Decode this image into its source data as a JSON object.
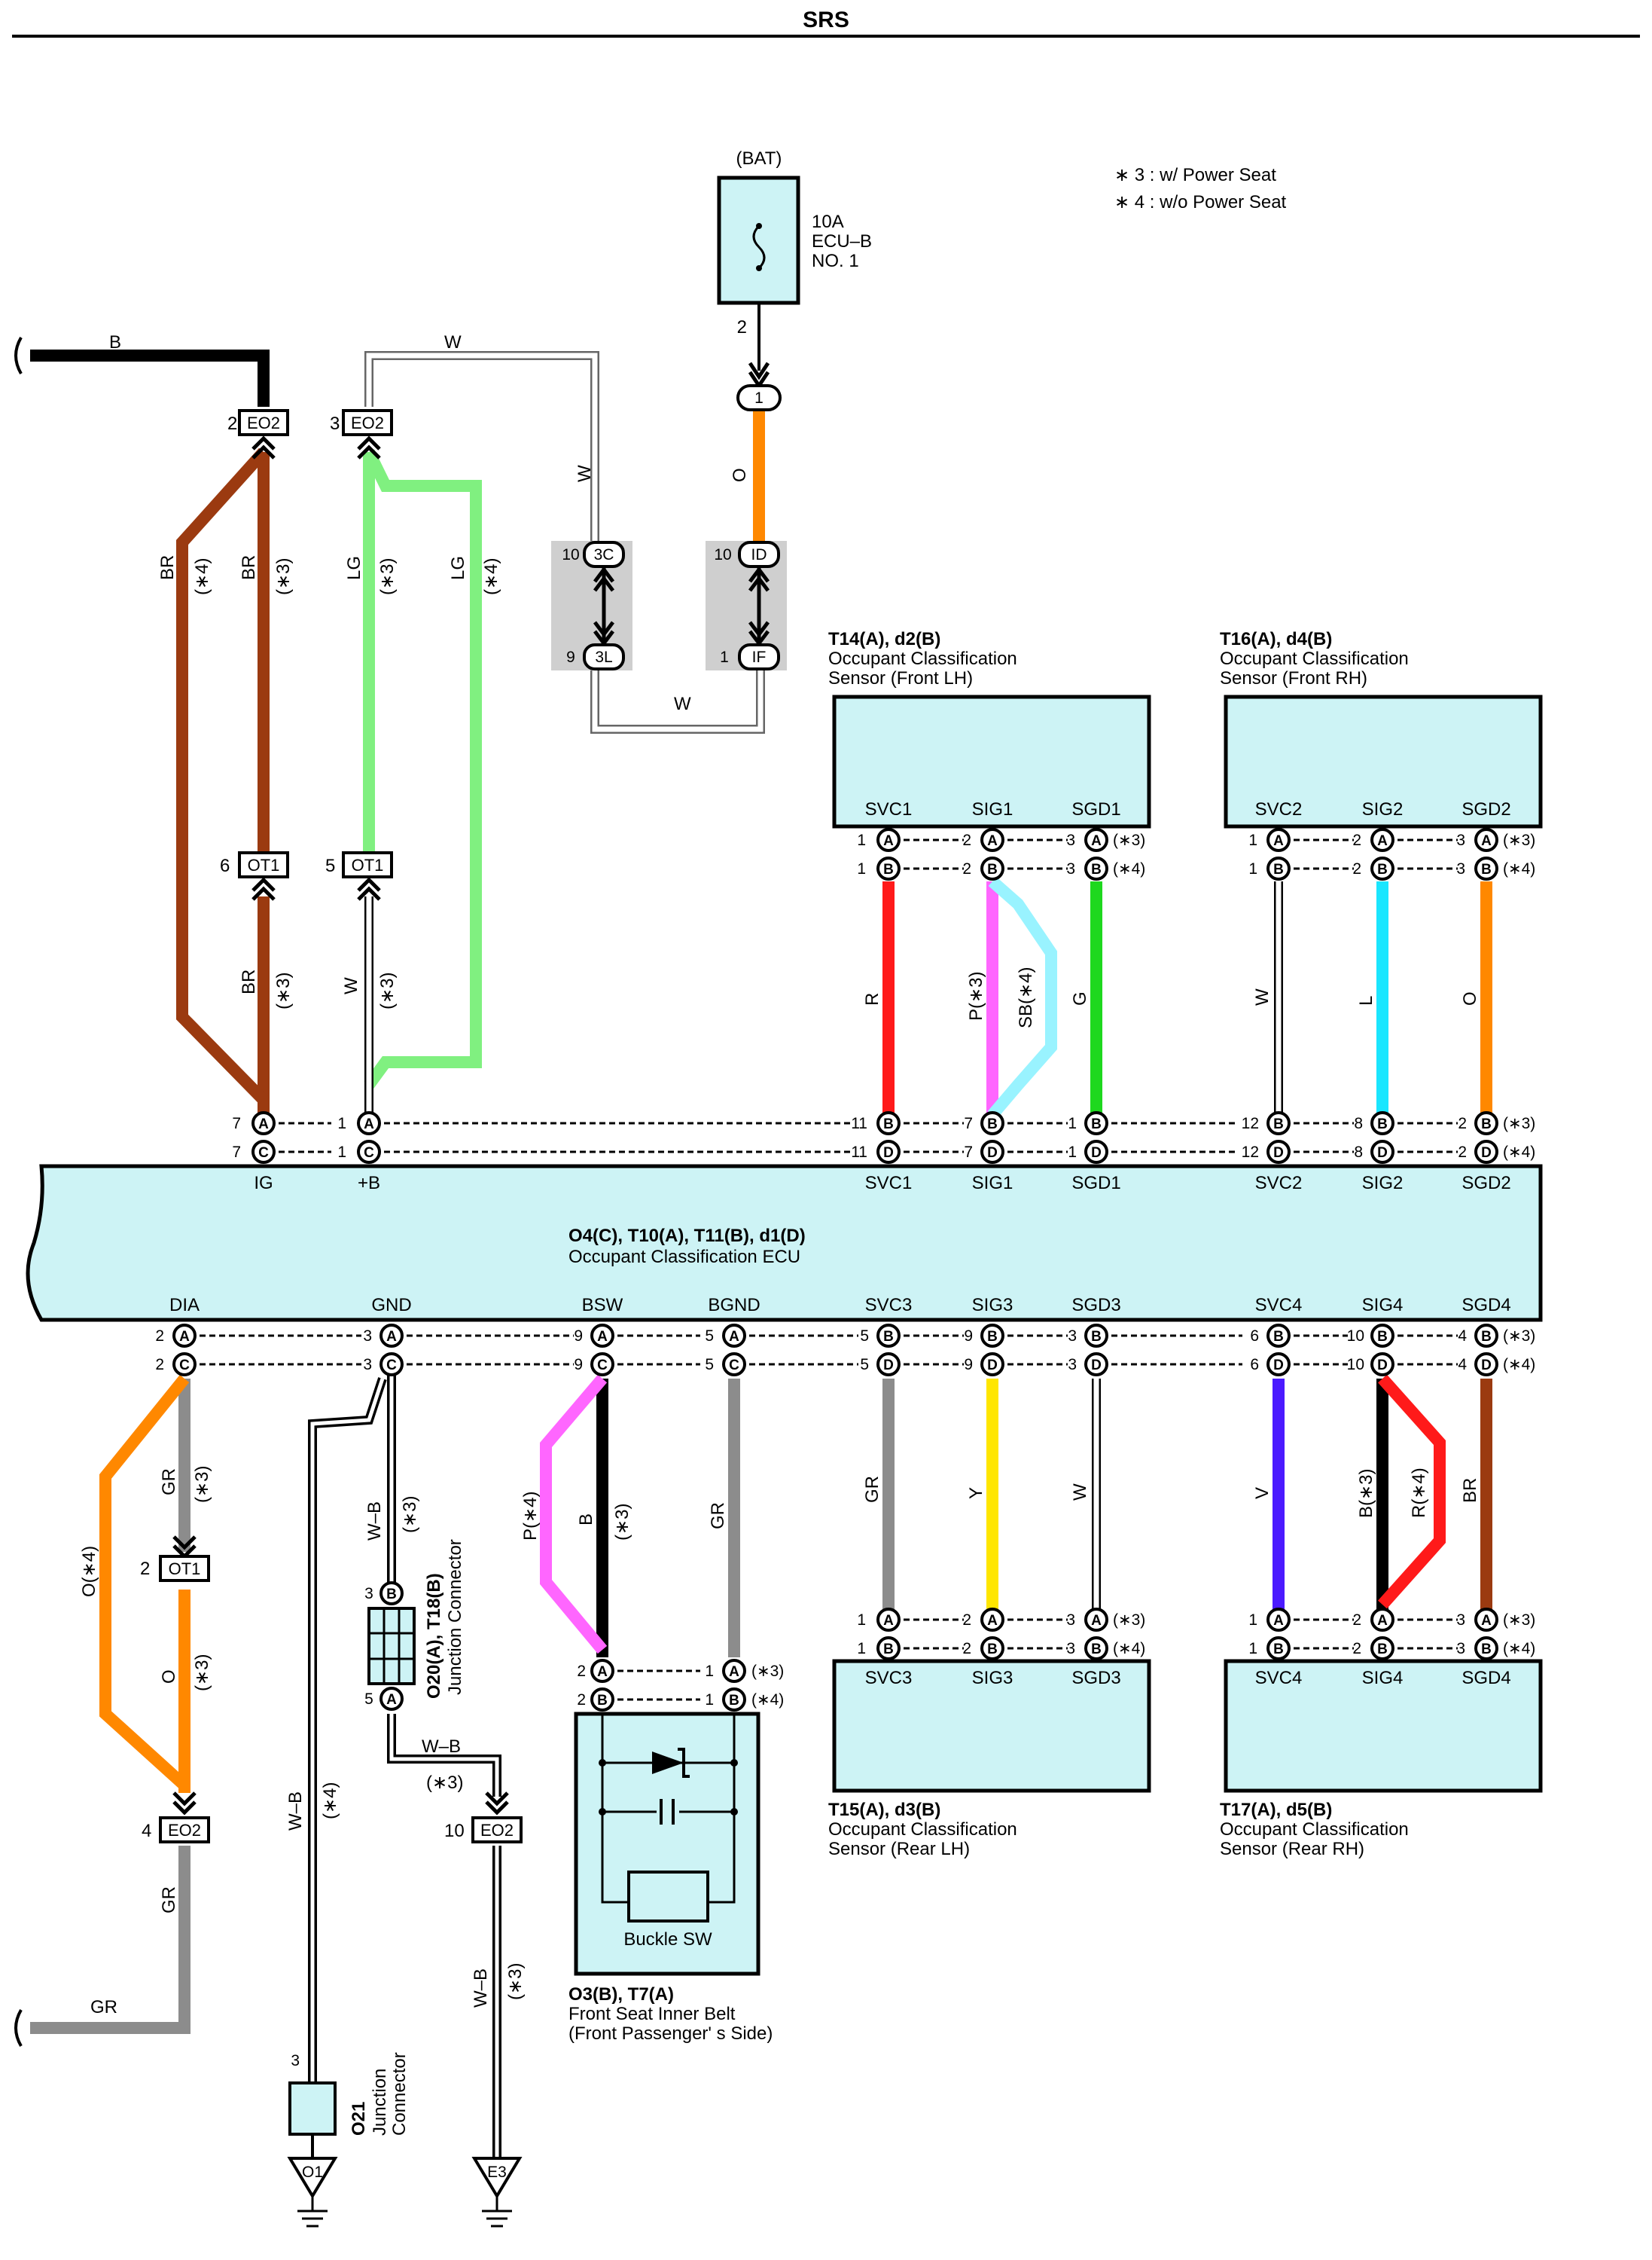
{
  "page_title": "SRS",
  "notes": [
    "∗ 3 : w/ Power Seat",
    "∗ 4 : w/o Power Seat"
  ],
  "colors": {
    "box_fill": "#cdf3f5",
    "B": "#000000",
    "BR": "#9b3a10",
    "LG": "#80f080",
    "W": "#ffffff",
    "O": "#ff8800",
    "R": "#ff1a1a",
    "P": "#ff66ff",
    "SB": "#99f3ff",
    "G": "#1ed81e",
    "L": "#1ae6ff",
    "GR": "#8c8c8c",
    "Y": "#ffe600",
    "V": "#4b1aff",
    "WB": "#000000"
  },
  "fuse": {
    "source": "(BAT)",
    "rating": "10A",
    "name": "ECU–B",
    "number": "NO. 1",
    "pin": "2"
  },
  "ecu": {
    "ref": "O4(C), T10(A), T11(B), d1(D)",
    "name": "Occupant Classification ECU",
    "top_terminals": [
      "IG",
      "+B",
      "SVC1",
      "SIG1",
      "SGD1",
      "SVC2",
      "SIG2",
      "SGD2"
    ],
    "bottom_terminals": [
      "DIA",
      "GND",
      "BSW",
      "BGND",
      "SVC3",
      "SIG3",
      "SGD3",
      "SVC4",
      "SIG4",
      "SGD4"
    ]
  },
  "sensors": {
    "front_lh": {
      "ref": "T14(A), d2(B)",
      "line1": "Occupant Classification",
      "line2": "Sensor (Front LH)",
      "pins": [
        "SVC1",
        "SIG1",
        "SGD1"
      ]
    },
    "front_rh": {
      "ref": "T16(A), d4(B)",
      "line1": "Occupant Classification",
      "line2": "Sensor (Front RH)",
      "pins": [
        "SVC2",
        "SIG2",
        "SGD2"
      ]
    },
    "rear_lh": {
      "ref": "T15(A), d3(B)",
      "line1": "Occupant Classification",
      "line2": "Sensor (Rear LH)",
      "pins": [
        "SVC3",
        "SIG3",
        "SGD3"
      ]
    },
    "rear_rh": {
      "ref": "T17(A), d5(B)",
      "line1": "Occupant Classification",
      "line2": "Sensor (Rear RH)",
      "pins": [
        "SVC4",
        "SIG4",
        "SGD4"
      ]
    }
  },
  "buckle": {
    "ref": "O3(B), T7(A)",
    "line1": "Front Seat Inner Belt",
    "line2": "(Front Passenger' s Side)",
    "switch": "Buckle SW"
  },
  "junction_o20": {
    "ref": "O20(A), T18(B)",
    "name": "Junction Connector"
  },
  "junction_o21": {
    "ref": "O21",
    "name1": "Junction",
    "name2": "Connector",
    "pin": "3"
  },
  "grounds": [
    "O1",
    "E3"
  ],
  "connectors": {
    "eo2": "EO2",
    "ot1": "OT1",
    "j1": "1",
    "c3c": "3C",
    "c3l": "3L",
    "cid": "ID",
    "cif": "IF"
  },
  "wire_labels": {
    "B": "B",
    "BR": "BR",
    "LG": "LG",
    "W": "W",
    "O": "O",
    "R": "R",
    "P3": "P(∗3)",
    "SB4": "SB(∗4)",
    "G": "G",
    "L": "L",
    "GR": "GR",
    "Y": "Y",
    "V": "V",
    "B3": "B(∗3)",
    "R4": "R(∗4)",
    "WB": "W–B",
    "O4": "O(∗4)",
    "P4": "P(∗4)",
    "s3": "(∗3)",
    "s4": "(∗4)"
  }
}
